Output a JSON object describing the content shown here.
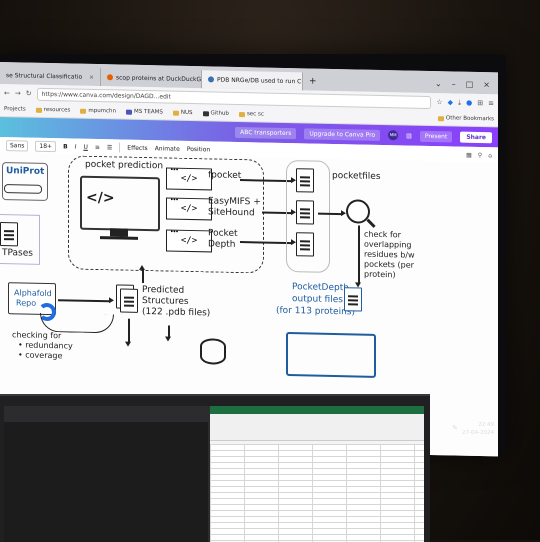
{
  "browser": {
    "tabs": [
      {
        "label": "se Structural Classificatio"
      },
      {
        "label": "scop proteins at DuckDuckGo"
      },
      {
        "label": "PDB NRGe/DB used to run CH"
      }
    ],
    "url": "https://www.canva.com/design/DAGD...edit",
    "bookmarks": [
      "Projects",
      "resources",
      "mpumchn",
      "MS TEAMS",
      "NUS",
      "Github",
      "sec sc"
    ],
    "other_bookmarks": "Other Bookmarks"
  },
  "canva": {
    "doc_title": "ABC transporters",
    "upgrade": "Upgrade to Canva Pro",
    "avatar": "MM",
    "present": "Present",
    "share": "Share",
    "font": "Sans",
    "font_size": "18+",
    "toolbar_bold": "B",
    "toolbar_italic": "I",
    "toolbar_underline": "U",
    "effects": "Effects",
    "animate": "Animate",
    "position": "Position"
  },
  "diagram": {
    "uniprot": "UniProt",
    "pocket_prediction": "pocket prediction",
    "tool_fpocket": "fpocket",
    "tool_easymifs": "EasyMIFS +",
    "tool_sitehound": "SiteHound",
    "tool_pocket": "Pocket",
    "tool_depth": "Depth",
    "pocketfiles": "pocketfiles",
    "check_for": "check for",
    "overlapping": "overlapping",
    "residues": "residues b/w",
    "pockets": "pockets (per",
    "protein": "protein)",
    "tpases": "TPases",
    "alphafold_1": "Alphafold",
    "alphafold_2": "Repo",
    "predicted_1": "Predicted",
    "predicted_2": "Structures",
    "predicted_3": "(122 .pdb files)",
    "pocketdepth_1": "PocketDepth",
    "pocketdepth_2": "output files",
    "pocketdepth_3": "(for 113 proteins)",
    "checking": "checking for",
    "redundancy": "• redundancy",
    "coverage": "• coverage",
    "code_glyph": "</>"
  },
  "taskbar": {
    "time": "22:49",
    "date": "27-04-2024"
  }
}
